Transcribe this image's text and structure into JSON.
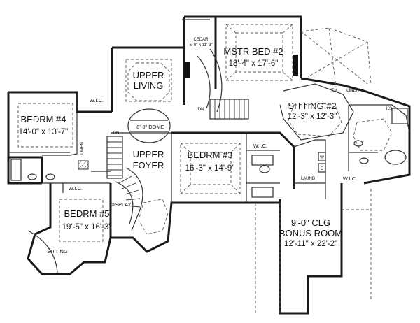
{
  "rooms": {
    "mstr_bed": {
      "name": "MSTR BED #2",
      "dims": "18'-4\" x 17'-6\""
    },
    "cedar": {
      "name": "CEDAR",
      "dims": "6'-0\" x 11'-3\""
    },
    "upper_living": {
      "line1": "UPPER",
      "line2": "LIVING"
    },
    "bedrm4": {
      "name": "BEDRM #4",
      "dims": "14'-0\" x 13'-7\""
    },
    "bedrm3": {
      "name": "BEDRM #3",
      "dims": "16'-3\" x 14'-9\""
    },
    "bedrm5": {
      "name": "BEDRM #5",
      "dims": "19'-5\" x 16'-3\""
    },
    "sitting2": {
      "name": "SITTING #2",
      "dims": "12'-3\" x 12'-3\""
    },
    "upper_foyer": {
      "line1": "UPPER",
      "line2": "FOYER"
    },
    "bonus": {
      "line1": "9'-0\" CLG",
      "line2": "BONUS ROOM",
      "dims": "12'-11\" x 22'-2\""
    }
  },
  "small_labels": {
    "wic": "W.I.C.",
    "linen": "LINEN",
    "tv": "T.V.",
    "dn": "DN",
    "dome": "8'-0\" DOME",
    "display": "DISPLAY",
    "sitting": "SITTING",
    "laund": "LAUND",
    "ks": "KS",
    "w": "W",
    "d": "D"
  }
}
